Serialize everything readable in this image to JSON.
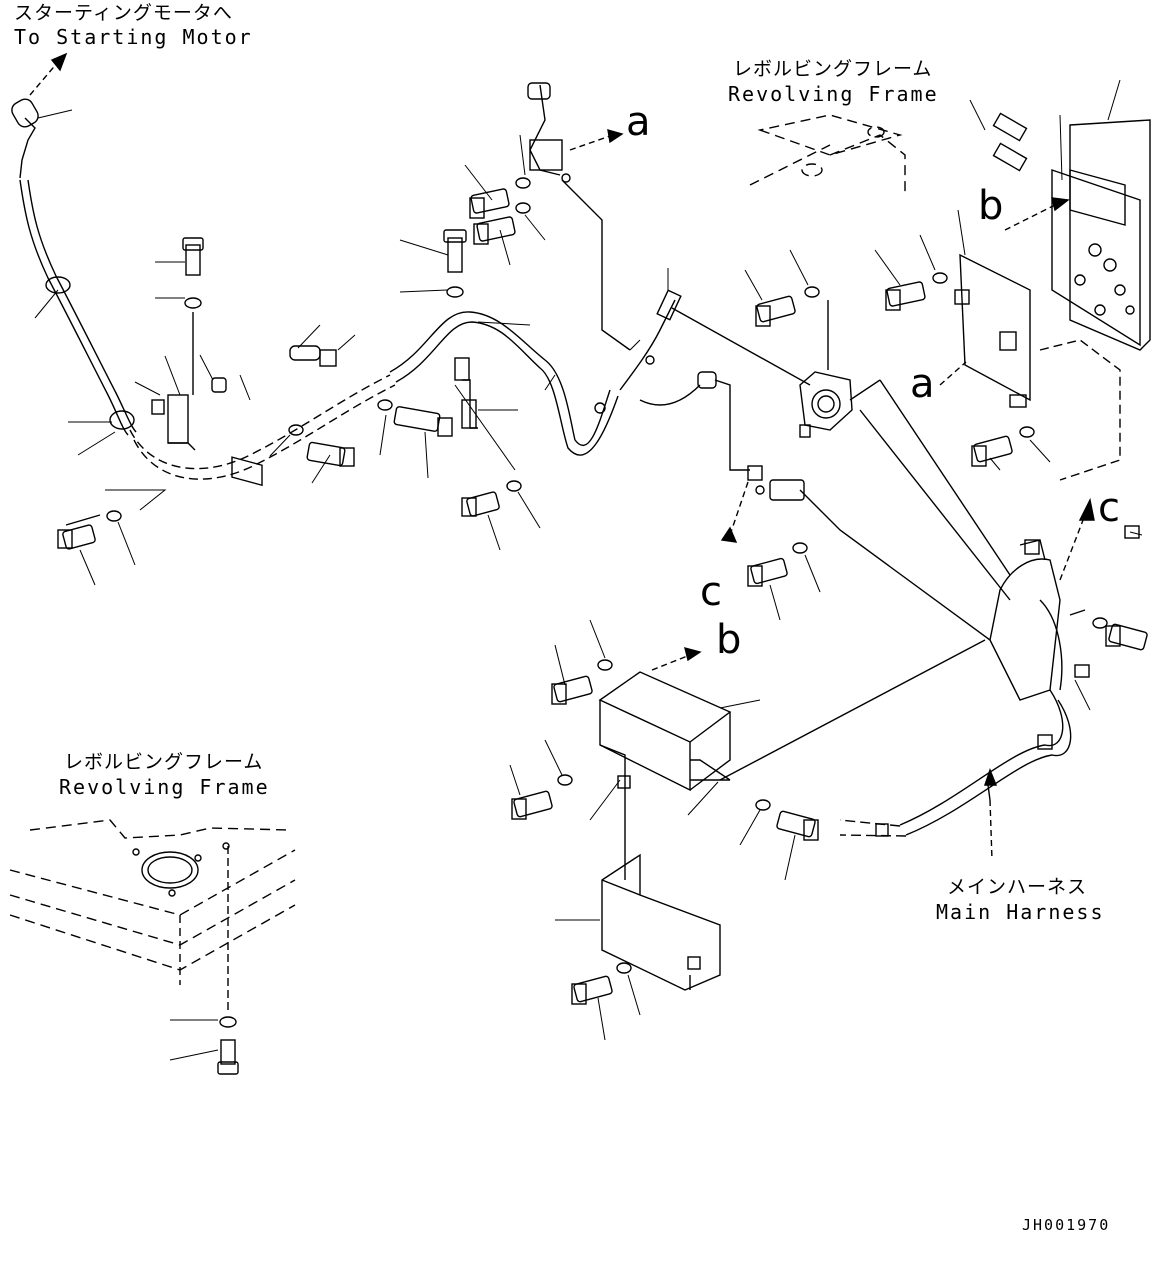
{
  "callouts": {
    "starting_motor": {
      "jp": "スターティングモータへ",
      "en": "To Starting Motor"
    },
    "revolving_frame_top": {
      "jp": "レボルビングフレーム",
      "en": "Revolving Frame"
    },
    "revolving_frame_inset": {
      "jp": "レボルビングフレーム",
      "en": "Revolving Frame"
    },
    "main_harness": {
      "jp": "メインハーネス",
      "en": "Main Harness"
    }
  },
  "refs": {
    "a": "a",
    "b": "b",
    "c": "c"
  },
  "drawing_code": "JH001970"
}
